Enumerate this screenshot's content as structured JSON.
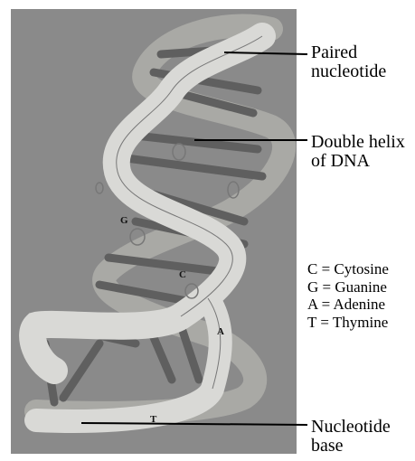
{
  "labels": {
    "paired_nucleotide": [
      "Paired",
      "nucleotide"
    ],
    "double_helix": [
      "Double helix",
      "of DNA"
    ],
    "nucleotide_base": [
      "Nucleotide",
      "base"
    ]
  },
  "legend": [
    "C = Cytosine",
    "G = Guanine",
    "A = Adenine",
    "T = Thymine"
  ],
  "base_letters": [
    "G",
    "C",
    "A",
    "T"
  ],
  "colors": {
    "background": "#8a8a8a",
    "ribbon": "#d9d9d6",
    "ribbon_shadow": "#a9a9a5",
    "rung": "#5f5f5f"
  }
}
